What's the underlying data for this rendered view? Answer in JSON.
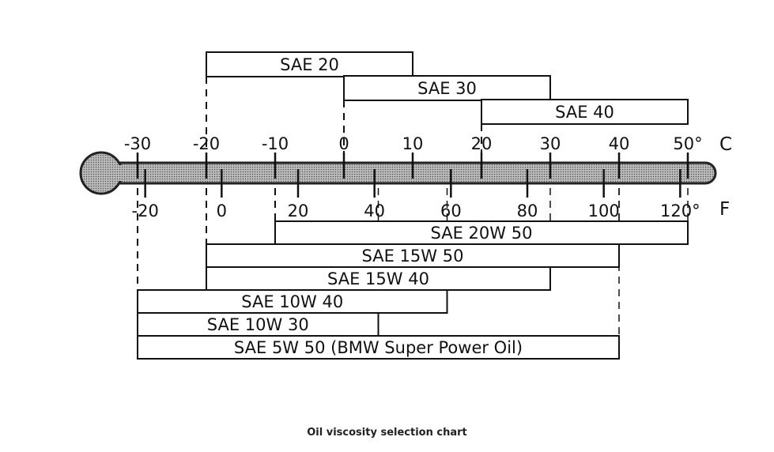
{
  "caption": "Oil viscosity selection chart",
  "chart_data": {
    "type": "range-bar",
    "celsius_axis": {
      "ticks": [
        -30,
        -20,
        -10,
        0,
        10,
        20,
        30,
        40,
        50
      ],
      "tick_labels": [
        "-30",
        "-20",
        "-10",
        "0",
        "10",
        "20",
        "30",
        "40",
        "50°"
      ],
      "unit": "C"
    },
    "fahrenheit_axis": {
      "ticks": [
        -20,
        0,
        20,
        40,
        60,
        80,
        100,
        120
      ],
      "tick_labels": [
        "-20",
        "0",
        "20",
        "40",
        "60",
        "80",
        "100",
        "120°"
      ],
      "unit": "F"
    },
    "upper_grades": [
      {
        "label": "SAE 20",
        "min_c": -20,
        "max_c": 10
      },
      {
        "label": "SAE 30",
        "min_c": 0,
        "max_c": 30
      },
      {
        "label": "SAE 40",
        "min_c": 20,
        "max_c": 50
      }
    ],
    "lower_grades": [
      {
        "label": "SAE 20W 50",
        "min_c": -10,
        "max_c": 50
      },
      {
        "label": "SAE 15W 50",
        "min_c": -20,
        "max_c": 40
      },
      {
        "label": "SAE 15W 40",
        "min_c": -20,
        "max_c": 30
      },
      {
        "label": "SAE 10W 40",
        "min_c": -30,
        "max_c": 15
      },
      {
        "label": "SAE 10W 30",
        "min_c": -30,
        "max_c": 5
      },
      {
        "label": "SAE 5W 50 (BMW Super Power Oil)",
        "min_c": -30,
        "max_c": 40
      }
    ]
  }
}
